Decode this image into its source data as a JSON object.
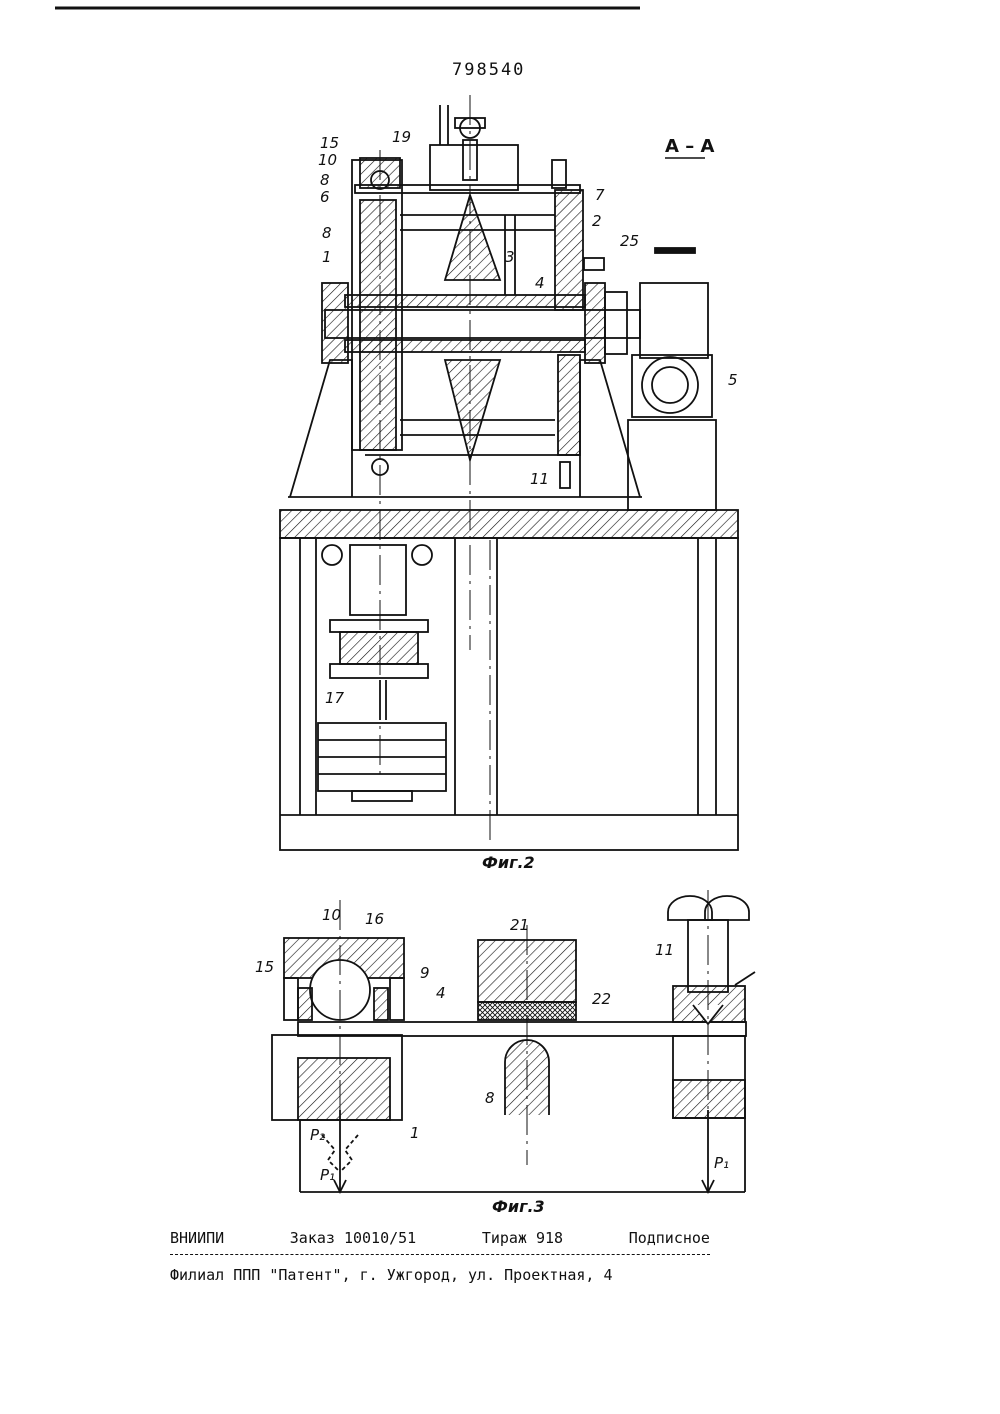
{
  "document": {
    "patent_number": "798540",
    "section_mark": "А – А",
    "figure2_caption": "Фиг.2",
    "figure3_caption": "Фиг.3",
    "fig2_labels": [
      "15",
      "10",
      "8",
      "6",
      "8",
      "1",
      "19",
      "7",
      "2",
      "3",
      "4",
      "25",
      "5",
      "11",
      "17"
    ],
    "fig3_labels": [
      "10",
      "16",
      "15",
      "9",
      "4",
      "21",
      "22",
      "11",
      "8",
      "1",
      "P2",
      "P1",
      "P1"
    ]
  },
  "footer": {
    "org": "ВНИИПИ",
    "order": "Заказ 10010/51",
    "circulation": "Тираж 918",
    "subscription": "Подписное",
    "address": "Филиал ППП \"Патент\", г. Ужгород, ул. Проектная, 4"
  }
}
